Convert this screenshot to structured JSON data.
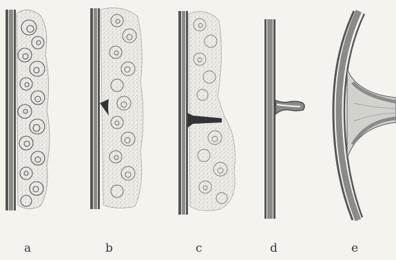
{
  "panels": [
    {
      "id": "a",
      "label": "a"
    },
    {
      "id": "b",
      "label": "b"
    },
    {
      "id": "c",
      "label": "c"
    },
    {
      "id": "d",
      "label": "d"
    },
    {
      "id": "e",
      "label": "e"
    }
  ],
  "colors": {
    "background": "#f4f3ee",
    "ink": "#3a3a3a",
    "stipple": "#9a9a96",
    "band": "#8c8c88"
  }
}
